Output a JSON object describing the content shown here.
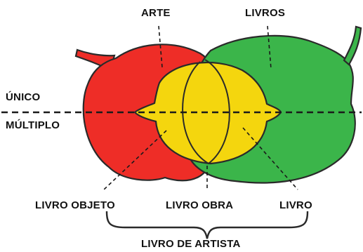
{
  "labels": {
    "arte": "ARTE",
    "livros": "LIVROS",
    "unico": "ÚNICO",
    "multiplo": "MÚLTIPLO",
    "livro_objeto": "LIVRO OBJETO",
    "livro_obra": "LIVRO OBRA",
    "livro": "LIVRO",
    "livro_de_artista": "LIVRO DE ARTISTA"
  },
  "colors": {
    "apple": "#ee2d27",
    "pear": "#3bb54a",
    "lemon": "#f4d60e",
    "outline": "#2a2a2a",
    "text": "#111111"
  },
  "shapes": {
    "left": "apple",
    "right": "pear",
    "intersection": "lemon"
  }
}
